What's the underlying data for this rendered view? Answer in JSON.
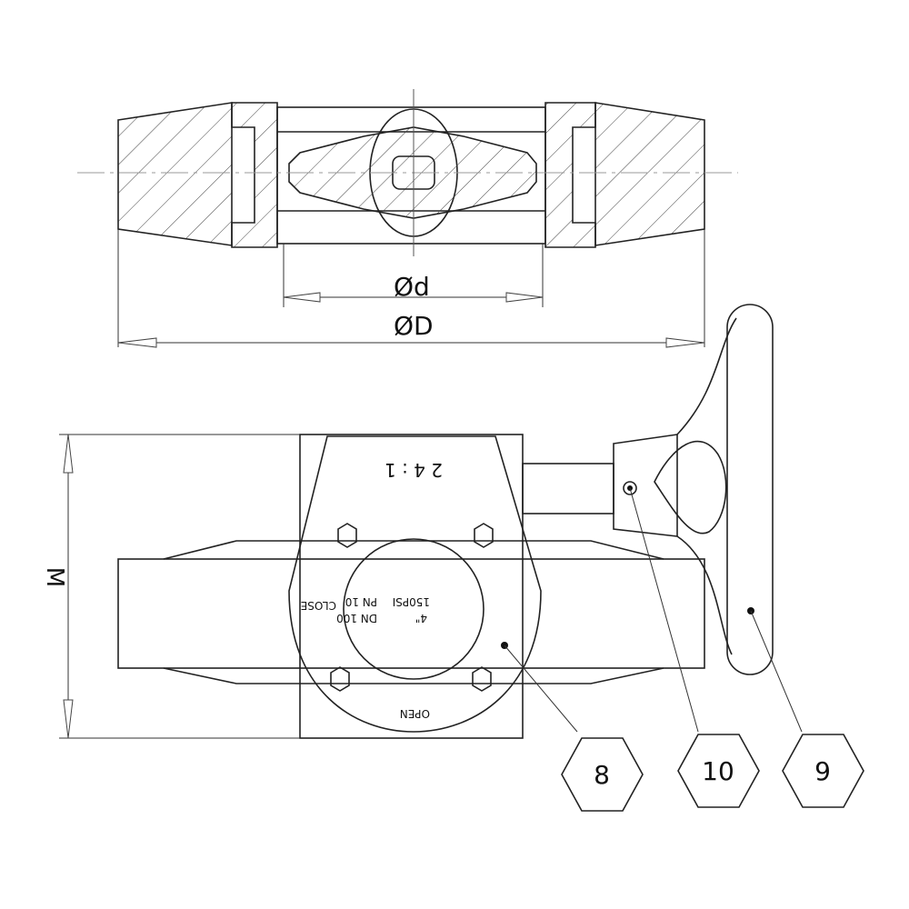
{
  "dimensions": {
    "inner_diameter": "Ød",
    "outer_diameter": "ØD",
    "height": "M"
  },
  "gearbox_plate": {
    "ratio": "2 4 : 1",
    "close": "CLOSE",
    "open": "OPEN",
    "dn": "DN 100",
    "inch": "4\"",
    "pn": "PN 10",
    "psi": "150PSI"
  },
  "callouts": [
    {
      "number": "8"
    },
    {
      "number": "10"
    },
    {
      "number": "9"
    }
  ]
}
